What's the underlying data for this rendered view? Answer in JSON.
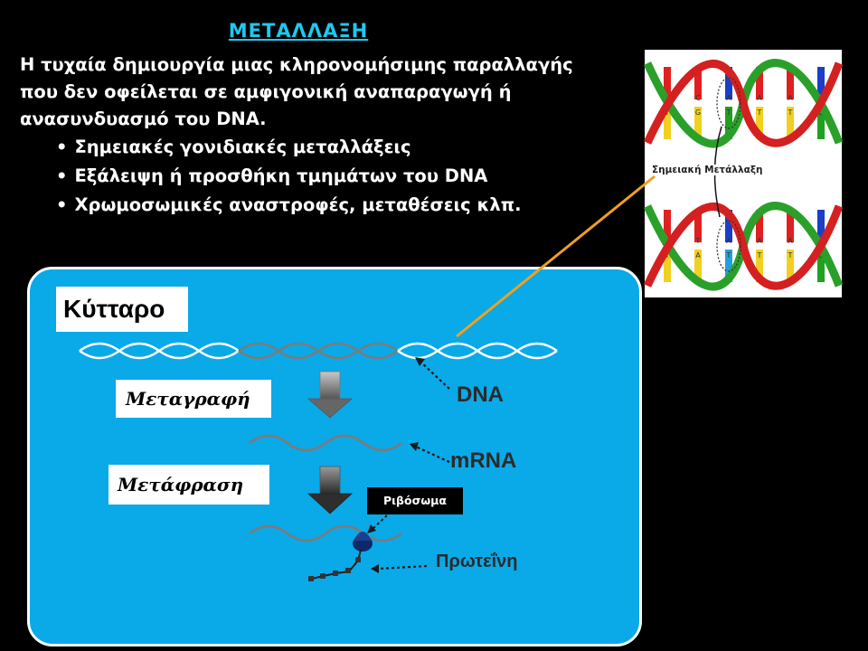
{
  "title": "ΜΕΤΑΛΛΑΞΗ",
  "definition": "Η τυχαία δημιουργία μιας κληρονομήσιμης παραλλαγής που δεν οφείλεται σε αμφιγονική αναπαραγωγή ή ανασυνδυασμό του DNA.",
  "bullets": [
    "Σημειακές γονιδιακές μεταλλάξεις",
    "Εξάλειψη ή προσθήκη τμημάτων του DNA",
    "Χρωμοσωμικές αναστροφές, μεταθέσεις κλπ."
  ],
  "cell": {
    "label": "Κύτταρο",
    "transcription": "Μεταγραφή",
    "translation": "Μετάφραση",
    "ribosome": "Ριβόσωμα",
    "dna": "DNA",
    "mrna": "mRNA",
    "protein": "Πρωτεΐνη"
  },
  "inset": {
    "label": "Σημειακή Μετάλλαξη",
    "top_bases": [
      "A",
      "T",
      "C",
      "G",
      "A",
      "T",
      "A",
      "T",
      "A",
      "T",
      "C",
      "G"
    ],
    "mutant_bases": [
      "A",
      "T",
      "T",
      "A",
      "A",
      "T",
      "A",
      "T",
      "A",
      "T",
      "C",
      "G"
    ]
  },
  "colors": {
    "title": "#1ec8f0",
    "cell": "#0aa9e8",
    "connector": "#f0a020"
  }
}
